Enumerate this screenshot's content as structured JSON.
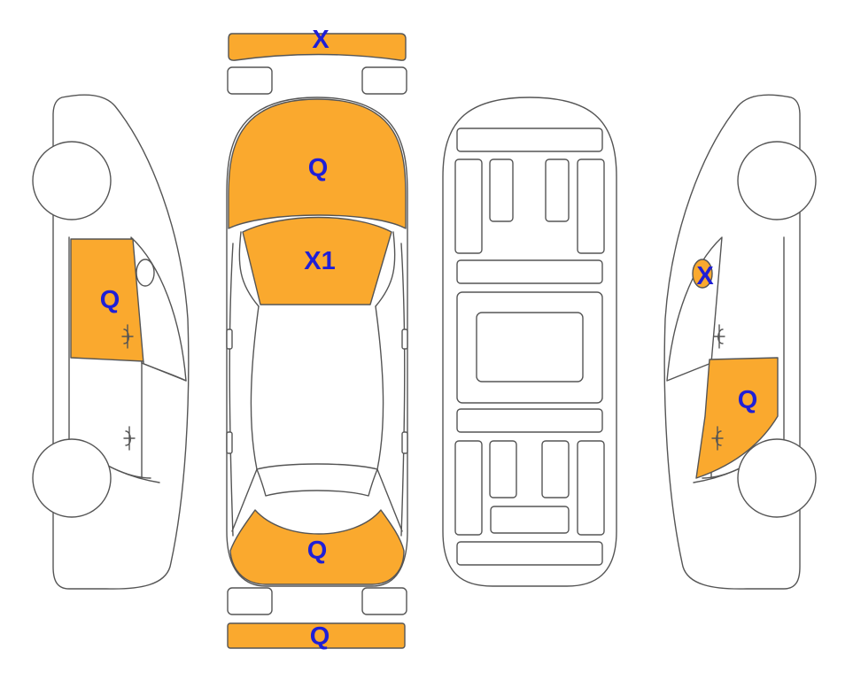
{
  "colors": {
    "damage_fill": "#FAA92E",
    "label_color": "#1F1FD6",
    "outline": "#555555"
  },
  "damage_codes": {
    "front_bumper": "X",
    "hood": "Q",
    "windshield": "X1",
    "trunk": "Q",
    "rear_bumper": "Q",
    "left_front_door": "Q",
    "right_mirror": "X",
    "right_rear_door": "Q"
  }
}
